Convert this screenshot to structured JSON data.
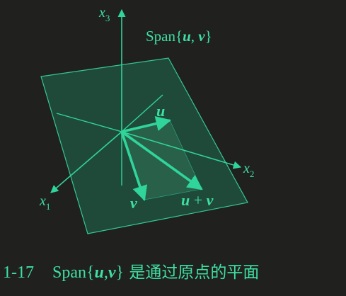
{
  "colors": {
    "background": "#20201f",
    "accent": "#2fd59a",
    "plane_fill": "#1f5a45",
    "plane_edge": "#35c890",
    "text": "#3ee0a3"
  },
  "figure": {
    "axes": {
      "x1": {
        "name": "x",
        "sub": "1"
      },
      "x2": {
        "name": "x",
        "sub": "2"
      },
      "x3": {
        "name": "x",
        "sub": "3"
      }
    },
    "plane_label": {
      "prefix": "Span{",
      "u": "u",
      "comma": ", ",
      "v": "v",
      "suffix": "}"
    },
    "vectors": {
      "u": "u",
      "v": "v",
      "u_plus_v": {
        "u": "u",
        "plus": " + ",
        "v": "v"
      }
    },
    "caption": {
      "number": "1-17",
      "prefix": "Span{",
      "u": "u",
      "comma": ",",
      "v": "v",
      "suffix": "}",
      "text": " 是通过原点的平面"
    }
  }
}
